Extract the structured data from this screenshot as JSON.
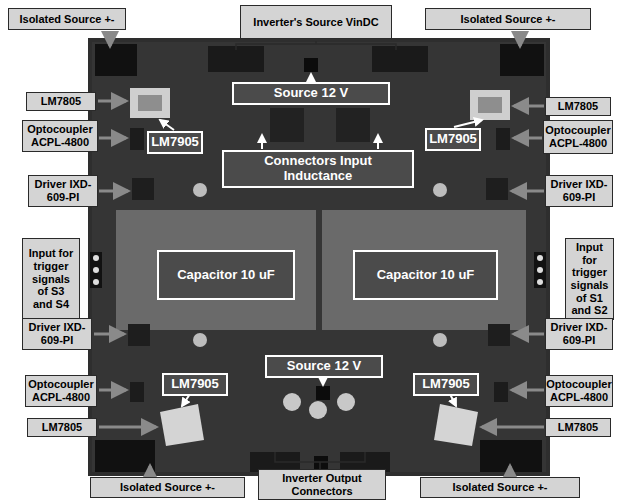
{
  "diagram": {
    "nodes": [
      {
        "text": [
          "Isolated Source +-"
        ]
      },
      {
        "text": [
          "Inverter's Source VinDC"
        ]
      },
      {
        "text": [
          "Isolated Source +-"
        ]
      },
      {
        "text": [
          "LM7805"
        ]
      },
      {
        "text": [
          "LM7805"
        ]
      },
      {
        "text": [
          "Source 12 V"
        ]
      },
      {
        "text": [
          "Optocoupler ACPL-4800"
        ]
      },
      {
        "text": [
          "LM7905"
        ]
      },
      {
        "text": [
          "Connectors Input Inductance"
        ]
      },
      {
        "text": [
          "LM7905"
        ]
      },
      {
        "text": [
          "Optocoupler ACPL-4800"
        ]
      },
      {
        "text": [
          "Driver IXD-609-PI"
        ]
      },
      {
        "text": [
          "Driver IXD-609-PI"
        ]
      },
      {
        "text": [
          "Input for trigger signals of S3 and S4"
        ]
      },
      {
        "text": [
          "Capacitor 10 uF"
        ]
      },
      {
        "text": [
          "Capacitor 10 uF"
        ]
      },
      {
        "text": [
          "Input for trigger signals of S1 and S2"
        ]
      },
      {
        "text": [
          "Driver IXD-609-PI"
        ]
      },
      {
        "text": [
          "Driver IXD-609-PI"
        ]
      },
      {
        "text": [
          "Source 12 V"
        ]
      },
      {
        "text": [
          "Optocoupler ACPL-4800"
        ]
      },
      {
        "text": [
          "LM7905"
        ]
      },
      {
        "text": [
          "LM7905"
        ]
      },
      {
        "text": [
          "Optocoupler ACPL-4800"
        ]
      },
      {
        "text": [
          "LM7805"
        ]
      },
      {
        "text": [
          "LM7805"
        ]
      },
      {
        "text": [
          "Isolated Source +-"
        ]
      },
      {
        "text": [
          "Inverter Output Connectors"
        ]
      },
      {
        "text": [
          "Isolated Source +-"
        ]
      }
    ]
  }
}
